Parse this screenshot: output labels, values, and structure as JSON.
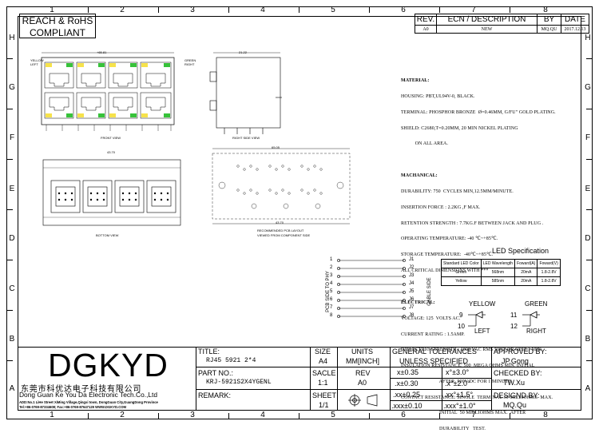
{
  "border": {
    "columns": [
      "1",
      "2",
      "3",
      "4",
      "5",
      "6",
      "7",
      "8"
    ],
    "rows": [
      "H",
      "G",
      "F",
      "E",
      "D",
      "C",
      "B",
      "A"
    ]
  },
  "compliance": {
    "line1": "REACH & RoHS",
    "line2": "COMPLIANT"
  },
  "revision_table": {
    "headers": [
      "REV.",
      "ECN / DESCRIPTION",
      "BY",
      "DATE"
    ],
    "row": [
      "A0",
      "NEW",
      "MQ.QU",
      "2017.12.13"
    ]
  },
  "views": {
    "front": "FRONT VIEW",
    "right_side": "RIGHT SIDE VIEW",
    "bottom": "BOTTOM VIEW",
    "pcb_layout_1": "RECOMMENDED PCB LAYOUT",
    "pcb_layout_2": "VIEWED FROM COMPONENT SIDE",
    "yellow_left": "YELLOW\nLEFT",
    "green_right": "GREEN\nRIGHT",
    "dim_front": "+65.81",
    "dim_bottom": "43.70",
    "dim_side": "21.22",
    "dim_pcb_top": "65.05",
    "dim_pcb_bottom": "43.70"
  },
  "notes": {
    "material_title": "MATERIAL:",
    "material": [
      "HOUSING: PBT,UL94V-0, BLACK.",
      "TERMINAL: PHOSPHOR BRONZE  Ø=0.46MM, G/FU\" GOLD PLATING.",
      "SHIELD: C2680,T=0.20MM, 20 MIN NICKEL PLATING",
      "           ON ALL AREA."
    ],
    "mechanical_title": "MACHANICAL:",
    "mechanical": [
      "DURABILITY: 750  CYCLES MIN,12.5MM/MINUTE.",
      "INSERTION FORCE : 2.2KG ,F MAX.",
      "RETENTION STRENGTH : 7.7KG.F BETWEEN JACK AND PLUG .",
      "OPERATING TEMPERATURE: -40 ℃~+85℃.",
      "STORAGE TEMPERATURE:  -40℃~+85℃.",
      "ALL CRITICAL DIMENSIONS WITH ***"
    ],
    "electrical_title": "ELECTRICAL:",
    "electrical": [
      "VOLTAGE: 125  VOLTS AC.",
      "CURRENT RATING : 1.5AMP.",
      "DIELECTRIC STRENGTH : 1000 VAC RMS 50HZ OR 60HZ,1 MIN.",
      "INSULATION RESISTANCE: 500  MEGA OHMS MIN. INITIAL",
      "                              AFTER  500V DC FOR 1 MINUTE.",
      "CONTACT RESISTANCE: SINGLE  TERMINAL 30 MILLIOHMS  MAX.",
      "                              INITIAL  50 MILLIOHMS MAX.  AFTER",
      "                              DURABILITY   TEST."
    ]
  },
  "schematic": {
    "left_pins": [
      "1",
      "2",
      "3",
      "4",
      "5",
      "6",
      "7",
      "8"
    ],
    "jacks": [
      "J1",
      "J2",
      "J3",
      "J4",
      "J5",
      "J6",
      "J7",
      "J8"
    ],
    "pcb_side": "PCB SIDE TO PHY",
    "cable_side": "CABLE SIDE"
  },
  "led_spec": {
    "title": "LED Specification",
    "headers": [
      "Standard LED Color",
      "LED Wavelength",
      "Foward(A)",
      "Foward(V)"
    ],
    "rows": [
      [
        "Green",
        "568nm",
        "20mA",
        "1.8-2.8V"
      ],
      [
        "Yellow",
        "585nm",
        "20mA",
        "1.8-2.8V"
      ]
    ],
    "yellow": {
      "label": "YELLOW",
      "pins": [
        "9",
        "10"
      ],
      "side": "LEFT"
    },
    "green": {
      "label": "GREEN",
      "pins": [
        "11",
        "12"
      ],
      "side": "RIGHT"
    }
  },
  "title_block": {
    "logo": "DGKYD",
    "company_cn": "东莞市科优达电子科技有限公司",
    "company_en": "Dong Guan Ke You Da Electronic Tech.Co.,Ltd",
    "address": "ADD:No.1 LiHe Street XiMing Village,Qingxi town, DongGuan City,GuangDong Province",
    "contact": "Tel:+86-0769-87334608; Fax:+86-0769-87647129  WWW.DGKYD.COM",
    "title_label": "TITLE:",
    "title_value": "RJ45 5921 2*4",
    "part_label": "PART NO.:",
    "part_value": "KRJ-5921S2X4YGENL",
    "remark_label": "REMARK:",
    "size_label": "SIZE",
    "size_value": "A4",
    "units_label": "UNITS",
    "units_value": "MM[INCH]",
    "scale_label": "SACLE",
    "scale_value": "1:1",
    "rev_label": "REV",
    "rev_value": "A0",
    "sheet_label": "SHEET",
    "sheet_value": "1/1",
    "tol_title1": "GENERAL TOLERANCES",
    "tol_title2": "UNLESS SPECIFIED",
    "tolerances": [
      [
        "x±0.35",
        "x°±3.0°"
      ],
      [
        ".x±0.30",
        ".x°±2.0°"
      ],
      [
        ".xx±0.25",
        ".xx°±1.5°"
      ],
      [
        ".xxx±0.10",
        ".xxx°±1.0°"
      ]
    ],
    "approved_label": "APPROVED BY:",
    "approved_value": "JP.Gong",
    "checked_label": "CHECKED BY:",
    "checked_value": "TW.Xu",
    "designed_label": "DESIGND BY:",
    "designed_value": "MQ.Qu"
  }
}
